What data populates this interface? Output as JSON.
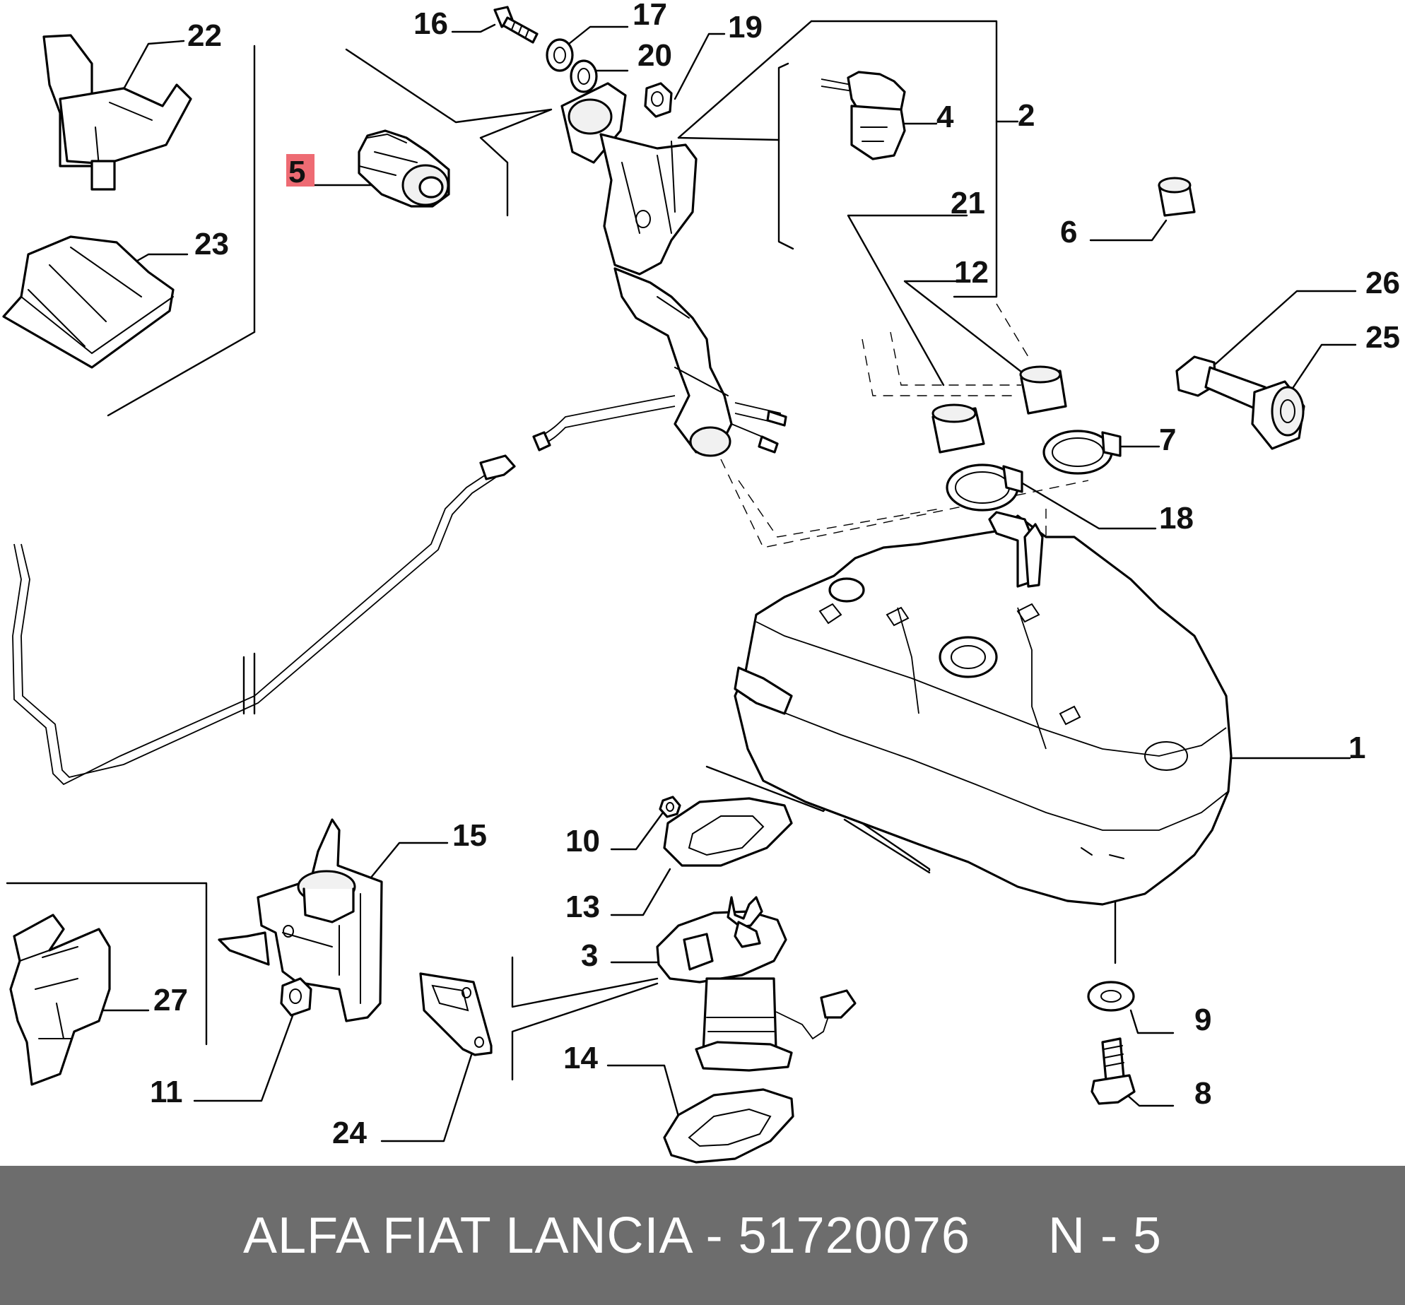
{
  "diagram": {
    "callouts": {
      "p1": "1",
      "p2": "2",
      "p3": "3",
      "p4": "4",
      "p5": "5",
      "p6": "6",
      "p7": "7",
      "p8": "8",
      "p9": "9",
      "p10": "10",
      "p11": "11",
      "p12": "12",
      "p13": "13",
      "p14": "14",
      "p15": "15",
      "p16": "16",
      "p17": "17",
      "p18": "18",
      "p19": "19",
      "p20": "20",
      "p21": "21",
      "p22": "22",
      "p23": "23",
      "p24": "24",
      "p25": "25",
      "p26": "26",
      "p27": "27"
    },
    "highlighted_part": "5",
    "highlight_color": "#ee6b73"
  },
  "footer": {
    "title": "ALFA FIAT LANCIA - 51720076",
    "ref": "N - 5",
    "background": "#6d6d6d",
    "text_color": "#ffffff"
  }
}
